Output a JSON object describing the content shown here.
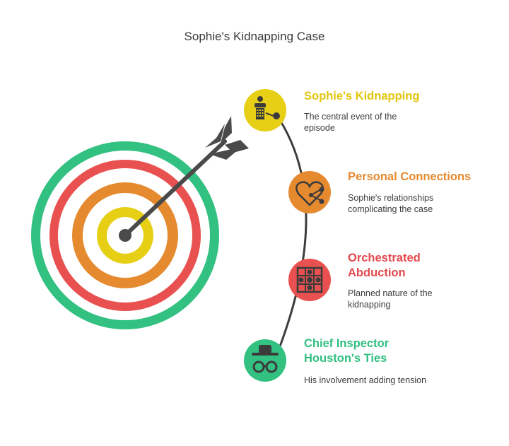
{
  "title": "Sophie's Kidnapping Case",
  "colors": {
    "yellow": "#e6cf14",
    "orange": "#e58a2f",
    "red": "#e8514f",
    "green": "#33c182",
    "arrow": "#4a4a4a"
  },
  "items": [
    {
      "title": "Sophie's Kidnapping",
      "desc_lines": [
        "The central event of the",
        "episode"
      ],
      "icon": "person-shackled-icon",
      "color": "yellow"
    },
    {
      "title": "Personal Connections",
      "desc_lines": [
        "Sophie's relationships",
        "complicating the case"
      ],
      "icon": "heart-network-icon",
      "color": "orange"
    },
    {
      "title_lines": [
        "Orchestrated",
        "Abduction"
      ],
      "desc_lines": [
        "Planned nature of the",
        "kidnapping"
      ],
      "icon": "grid-pattern-icon",
      "color": "red"
    },
    {
      "title_lines": [
        "Chief Inspector",
        "Houston's Ties"
      ],
      "desc_lines": [
        "His involvement adding tension"
      ],
      "icon": "detective-icon",
      "color": "green"
    }
  ]
}
